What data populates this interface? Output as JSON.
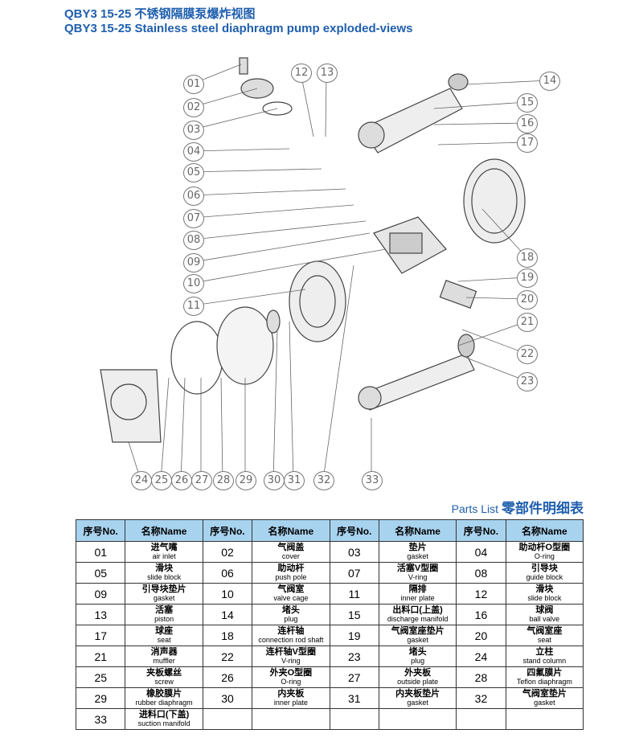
{
  "title_zh": "QBY3 15-25 不锈钢隔膜泵爆炸视图",
  "title_en": "QBY3 15-25 Stainless steel diaphragm pump exploded-views",
  "diagram": {
    "callouts": [
      "01",
      "02",
      "03",
      "04",
      "05",
      "06",
      "07",
      "08",
      "09",
      "10",
      "11",
      "12",
      "13",
      "14",
      "15",
      "16",
      "17",
      "18",
      "19",
      "20",
      "21",
      "22",
      "23",
      "24",
      "25",
      "26",
      "27",
      "28",
      "29",
      "30",
      "31",
      "32",
      "33"
    ]
  },
  "parts_list": {
    "title_en": "Parts List",
    "title_zh": "零部件明细表",
    "header": {
      "no": "序号No.",
      "name": "名称Name"
    },
    "rows": [
      [
        [
          "01",
          "进气嘴",
          "air inlet"
        ],
        [
          "02",
          "气阀盖",
          "cover"
        ],
        [
          "03",
          "垫片",
          "gasket"
        ],
        [
          "04",
          "助动杆O型圈",
          "O-ring"
        ]
      ],
      [
        [
          "05",
          "滑块",
          "slide block"
        ],
        [
          "06",
          "助动杆",
          "push pole"
        ],
        [
          "07",
          "活塞V型圈",
          "V-ring"
        ],
        [
          "08",
          "引导块",
          "guide block"
        ]
      ],
      [
        [
          "09",
          "引导块垫片",
          "gasket"
        ],
        [
          "10",
          "气阀室",
          "valve cage"
        ],
        [
          "11",
          "隔排",
          "inner plate"
        ],
        [
          "12",
          "滑块",
          "slide block"
        ]
      ],
      [
        [
          "13",
          "活塞",
          "piston"
        ],
        [
          "14",
          "堵头",
          "plug"
        ],
        [
          "15",
          "出料口(上盖)",
          "discharge manifold"
        ],
        [
          "16",
          "球阀",
          "ball valve"
        ]
      ],
      [
        [
          "17",
          "球座",
          "seat"
        ],
        [
          "18",
          "连杆轴",
          "connection rod shaft"
        ],
        [
          "19",
          "气阀室座垫片",
          "gasket"
        ],
        [
          "20",
          "气阀室座",
          "seat"
        ]
      ],
      [
        [
          "21",
          "消声器",
          "muffler"
        ],
        [
          "22",
          "连杆轴V型圈",
          "V-ring"
        ],
        [
          "23",
          "堵头",
          "plug"
        ],
        [
          "24",
          "立柱",
          "stand column"
        ]
      ],
      [
        [
          "25",
          "夹板螺丝",
          "screw"
        ],
        [
          "26",
          "外夹O型圈",
          "O-ring"
        ],
        [
          "27",
          "外夹板",
          "outside plate"
        ],
        [
          "28",
          "四氟膜片",
          "Teflon diaphragm"
        ]
      ],
      [
        [
          "29",
          "橡胶膜片",
          "rubber diaphragm"
        ],
        [
          "30",
          "内夹板",
          "inner plate"
        ],
        [
          "31",
          "内夹板垫片",
          "gasket"
        ],
        [
          "32",
          "气阀室垫片",
          "gasket"
        ]
      ],
      [
        [
          "33",
          "进料口(下盖)",
          "suction manifold"
        ]
      ]
    ]
  }
}
